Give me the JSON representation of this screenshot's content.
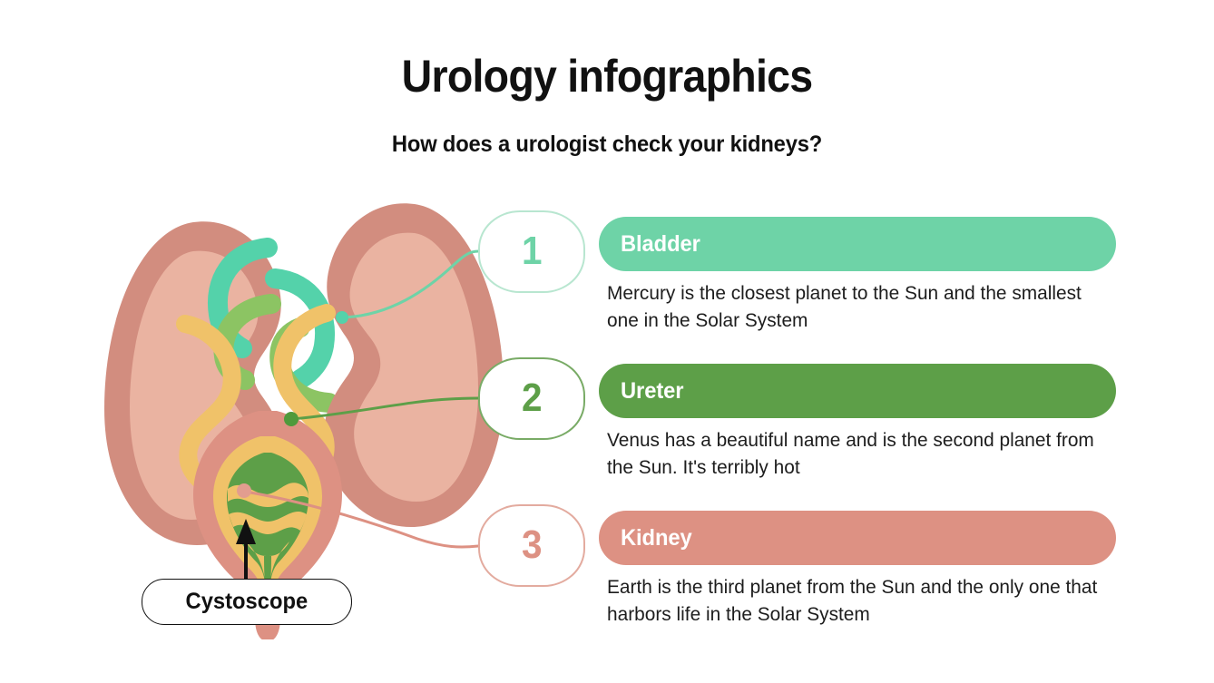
{
  "header": {
    "title": "Urology infographics",
    "subtitle": "How does a urologist check your kidneys?"
  },
  "steps": [
    {
      "number": "1",
      "label": "Bladder",
      "description": "Mercury is the closest planet to the Sun and the smallest one in the Solar System",
      "color": "#6ed3a7",
      "badge_border": "#b8e6d0",
      "badge_number_color": "#6ed3a7"
    },
    {
      "number": "2",
      "label": "Ureter",
      "description": "Venus has a beautiful name and is the second planet from the Sun. It's terribly hot",
      "color": "#5d9f48",
      "badge_border": "#79ab66",
      "badge_number_color": "#5d9f48"
    },
    {
      "number": "3",
      "label": "Kidney",
      "description": "Earth is the third planet from the Sun and the only one that harbors life in the Solar System",
      "color": "#dd9183",
      "badge_border": "#e3ab9f",
      "badge_number_color": "#dd9183"
    }
  ],
  "callout": {
    "label": "Cystoscope",
    "arrow_icon": "up-arrow-icon"
  },
  "illustration": {
    "name": "urinary-system-diagram",
    "parts": {
      "kidney_outer": "#d28d7f",
      "kidney_inner": "#eab3a1",
      "artery_teal": "#54d2aa",
      "artery_green": "#8cc463",
      "ureter": "#f0c269",
      "bladder_wall": "#dd9183",
      "bladder_mid": "#f0c269",
      "bladder_lining": "#5d9f48",
      "bladder_lining_light": "#7ab359",
      "cystoscope_arrow": "#111111"
    }
  }
}
